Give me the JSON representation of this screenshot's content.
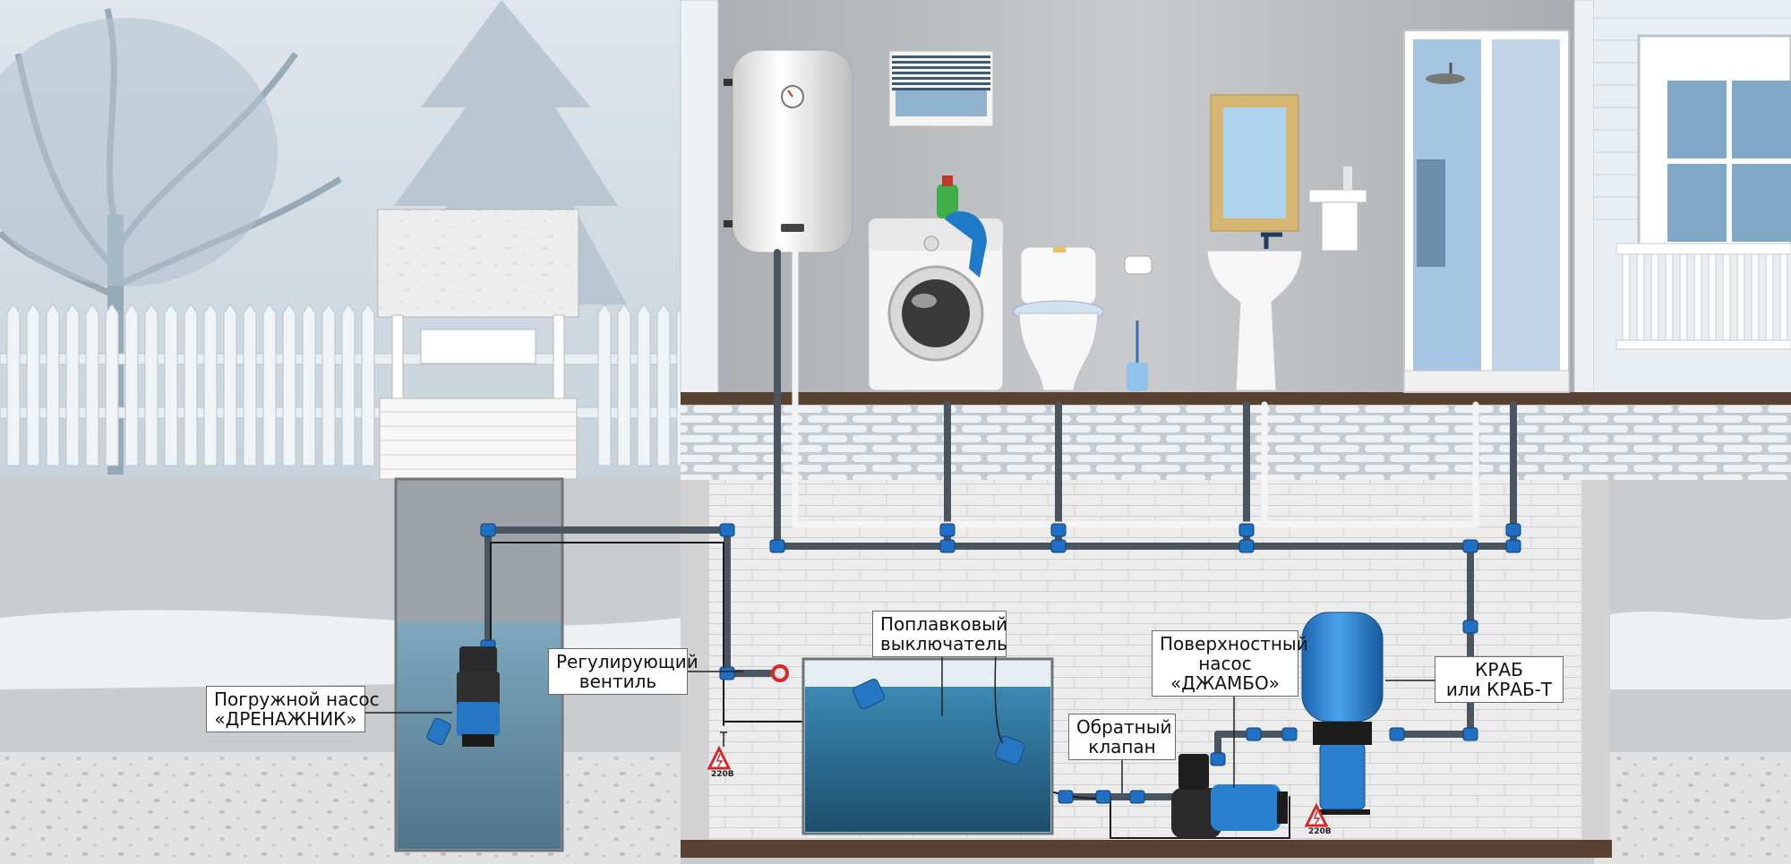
{
  "labels": {
    "drain_pump": [
      "Погружной насос",
      "«ДРЕНАЖНИК»"
    ],
    "valve": [
      "Регулирующий",
      "вентиль"
    ],
    "float_switch": [
      "Поплавковый",
      "выключатель"
    ],
    "surface_pump": [
      "Поверхностный",
      "насос",
      "«ДЖАМБО»"
    ],
    "check_valve": [
      "Обратный",
      "клапан"
    ],
    "tank": [
      "КРАБ",
      "или КРАБ-Т"
    ]
  },
  "voltage": "220В",
  "colors": {
    "sky": "#cfd8df",
    "wall": "#b9bcbf",
    "brick": "#e8e8e8",
    "pipe": "#4a5560",
    "fitting": "#1f6fc4",
    "water": "#2e6f95",
    "tank_blue": "#2a7fd0",
    "floor": "#5a4232",
    "warning": "#d62828"
  },
  "icons": [
    "tree-icon",
    "well-icon",
    "water-heater-icon",
    "washing-machine-icon",
    "toilet-icon",
    "sink-icon",
    "shower-icon",
    "window-icon",
    "drain-pump-icon",
    "surface-pump-icon",
    "accumulator-tank-icon",
    "float-switch-icon",
    "warning-icon"
  ]
}
